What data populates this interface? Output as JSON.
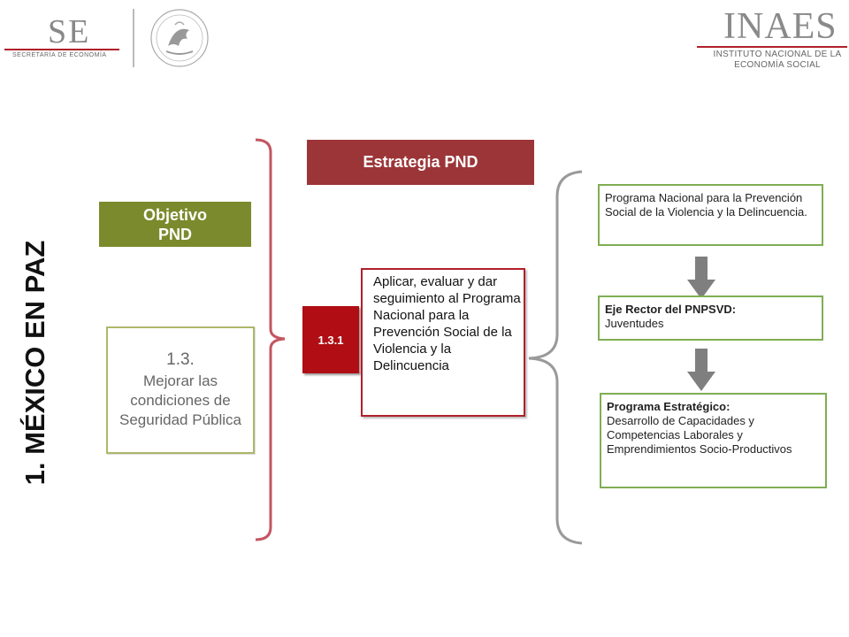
{
  "header": {
    "left_logo": {
      "letters": "SE",
      "subtitle": "SECRETARÍA DE ECONOMÍA",
      "seal_icon": "mexico-seal-icon"
    },
    "right_logo": {
      "letters": "INAES",
      "subtitle_line1": "INSTITUTO NACIONAL DE LA",
      "subtitle_line2": "ECONOMÍA SOCIAL"
    }
  },
  "title": "1. MÉXICO EN PAZ",
  "objetivo": {
    "label_line1": "Objetivo",
    "label_line2": "PND"
  },
  "goal": {
    "number": "1.3.",
    "text": "Mejorar las condiciones de Seguridad Pública"
  },
  "estrategia": {
    "label": "Estrategia PND"
  },
  "strategy": {
    "code": "1.3.1",
    "text": "Aplicar, evaluar y dar seguimiento al Programa Nacional para la Prevención Social de la Violencia y la Delincuencia"
  },
  "programs": {
    "program": {
      "text": "Programa Nacional para la Prevención Social de la Violencia y la Delincuencia."
    },
    "axis": {
      "label": "Eje Rector del PNPSVD:",
      "text": "Juventudes"
    },
    "strategic": {
      "label": "Programa Estratégico:",
      "text": "Desarrollo de Capacidades y Competencias Laborales y Emprendimientos Socio-Productivos"
    }
  },
  "colors": {
    "olive": "#7b8a2c",
    "maroon": "#9c3538",
    "red": "#b00e14",
    "green_border": "#7fae53",
    "bracket_red": "#c45560",
    "arrow_gray": "#7f7f7f"
  }
}
